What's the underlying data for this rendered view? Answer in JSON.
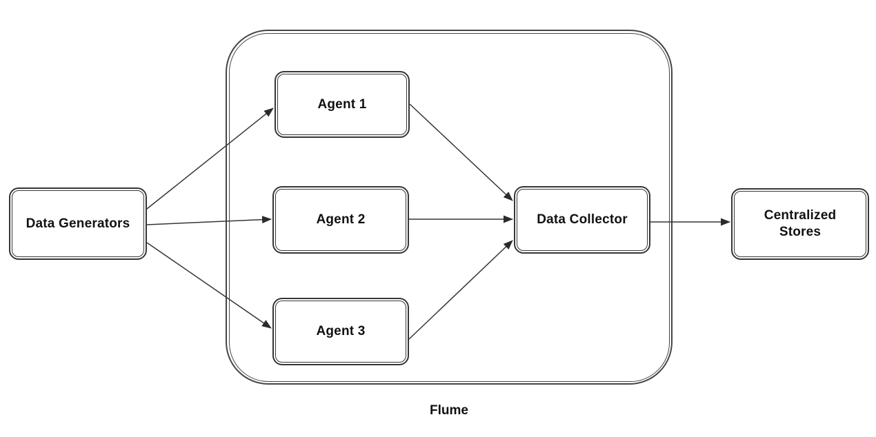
{
  "diagram": {
    "type": "flow",
    "container_label": "Flume",
    "nodes": {
      "data_generators": {
        "label": "Data Generators"
      },
      "agent1": {
        "label": "Agent 1"
      },
      "agent2": {
        "label": "Agent 2"
      },
      "agent3": {
        "label": "Agent 3"
      },
      "data_collector": {
        "label": "Data Collector"
      },
      "centralized_stores": {
        "label": "Centralized Stores"
      }
    },
    "edges": [
      {
        "from": "Data Generators",
        "to": "Agent 1"
      },
      {
        "from": "Data Generators",
        "to": "Agent 2"
      },
      {
        "from": "Data Generators",
        "to": "Agent 3"
      },
      {
        "from": "Agent 1",
        "to": "Data Collector"
      },
      {
        "from": "Agent 2",
        "to": "Data Collector"
      },
      {
        "from": "Agent 3",
        "to": "Data Collector"
      },
      {
        "from": "Data Collector",
        "to": "Centralized Stores"
      }
    ],
    "colors": {
      "background": "#ffffff",
      "stroke": "#353535",
      "text": "#111111"
    }
  }
}
